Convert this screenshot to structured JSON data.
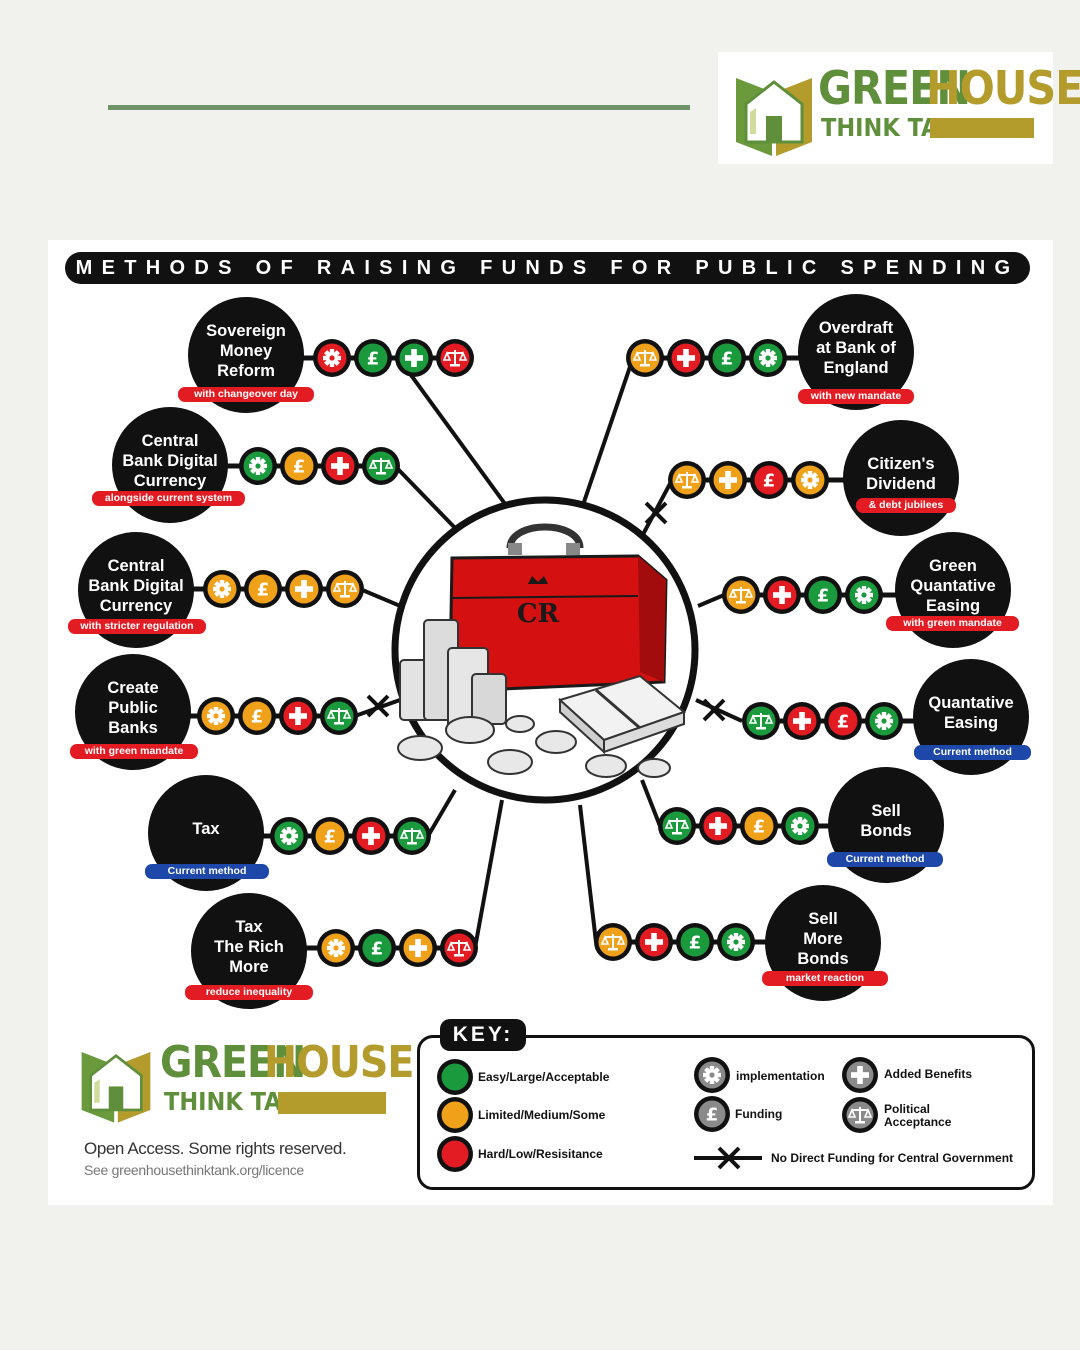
{
  "logo": {
    "word1": "GREEN",
    "word2": "HOUSE",
    "word3": "THINK TANK"
  },
  "title": "METHODS OF RAISING FUNDS FOR PUBLIC SPENDING",
  "colors": {
    "easy": "#1a9a3c",
    "limited": "#f0a11a",
    "hard": "#e31b23",
    "current_tag": "#1d47a8",
    "alt_tag": "#e31b23",
    "accent_line": "#6e9467"
  },
  "centre": {
    "case_monogram": "CR"
  },
  "methods": [
    {
      "id": "sovereign-money-reform",
      "lines": [
        "Sovereign",
        "Money",
        "Reform"
      ],
      "tag": "with changeover day",
      "tag_type": "red",
      "ratings": {
        "implementation": "hard",
        "funding": "easy",
        "added_benefits": "easy",
        "political_acceptance": "hard"
      },
      "no_direct_funding": false
    },
    {
      "id": "cbdc-current",
      "lines": [
        "Central",
        "Bank Digital",
        "Currency"
      ],
      "tag": "alongside current system",
      "tag_type": "red",
      "ratings": {
        "implementation": "easy",
        "funding": "limited",
        "added_benefits": "hard",
        "political_acceptance": "easy"
      },
      "no_direct_funding": false
    },
    {
      "id": "cbdc-stricter",
      "lines": [
        "Central",
        "Bank Digital",
        "Currency"
      ],
      "tag": "with stricter regulation",
      "tag_type": "red",
      "ratings": {
        "implementation": "limited",
        "funding": "limited",
        "added_benefits": "limited",
        "political_acceptance": "limited"
      },
      "no_direct_funding": false
    },
    {
      "id": "create-public-banks",
      "lines": [
        "Create",
        "Public",
        "Banks"
      ],
      "tag": "with green mandate",
      "tag_type": "red",
      "ratings": {
        "implementation": "limited",
        "funding": "limited",
        "added_benefits": "hard",
        "political_acceptance": "easy"
      },
      "no_direct_funding": true
    },
    {
      "id": "tax",
      "lines": [
        "Tax"
      ],
      "tag": "Current method",
      "tag_type": "blue",
      "ratings": {
        "implementation": "easy",
        "funding": "limited",
        "added_benefits": "hard",
        "political_acceptance": "easy"
      },
      "no_direct_funding": false
    },
    {
      "id": "tax-rich",
      "lines": [
        "Tax",
        "The Rich",
        "More"
      ],
      "tag": "reduce inequality",
      "tag_type": "red",
      "ratings": {
        "implementation": "limited",
        "funding": "easy",
        "added_benefits": "limited",
        "political_acceptance": "hard"
      },
      "no_direct_funding": false
    },
    {
      "id": "overdraft",
      "lines": [
        "Overdraft",
        "at Bank of",
        "England"
      ],
      "tag": "with new mandate",
      "tag_type": "red",
      "ratings": {
        "implementation": "easy",
        "funding": "easy",
        "added_benefits": "hard",
        "political_acceptance": "limited"
      },
      "no_direct_funding": false
    },
    {
      "id": "citizens-dividend",
      "lines": [
        "Citizen's",
        "Dividend"
      ],
      "tag": "& debt jubilees",
      "tag_type": "red",
      "ratings": {
        "implementation": "limited",
        "funding": "hard",
        "added_benefits": "limited",
        "political_acceptance": "limited"
      },
      "no_direct_funding": true
    },
    {
      "id": "green-qe",
      "lines": [
        "Green",
        "Quantative",
        "Easing"
      ],
      "tag": "with green mandate",
      "tag_type": "red",
      "ratings": {
        "implementation": "easy",
        "funding": "easy",
        "added_benefits": "hard",
        "political_acceptance": "limited"
      },
      "no_direct_funding": false
    },
    {
      "id": "qe",
      "lines": [
        "Quantative",
        "Easing"
      ],
      "tag": "Current method",
      "tag_type": "blue",
      "ratings": {
        "implementation": "easy",
        "funding": "hard",
        "added_benefits": "hard",
        "political_acceptance": "easy"
      },
      "no_direct_funding": true
    },
    {
      "id": "sell-bonds",
      "lines": [
        "Sell",
        "Bonds"
      ],
      "tag": "Current method",
      "tag_type": "blue",
      "ratings": {
        "implementation": "easy",
        "funding": "limited",
        "added_benefits": "hard",
        "political_acceptance": "easy"
      },
      "no_direct_funding": false
    },
    {
      "id": "sell-more-bonds",
      "lines": [
        "Sell",
        "More",
        "Bonds"
      ],
      "tag": "market reaction",
      "tag_type": "red",
      "ratings": {
        "implementation": "easy",
        "funding": "easy",
        "added_benefits": "hard",
        "political_acceptance": "limited"
      },
      "no_direct_funding": false
    }
  ],
  "key": {
    "title": "KEY:",
    "levels": [
      {
        "color": "easy",
        "label": "Easy/Large/Acceptable"
      },
      {
        "color": "limited",
        "label": "Limited/Medium/Some"
      },
      {
        "color": "hard",
        "label": "Hard/Low/Resisitance"
      }
    ],
    "symbols": [
      {
        "icon": "gear-icon",
        "label": "implementation"
      },
      {
        "icon": "pound-icon",
        "label": "Funding"
      },
      {
        "icon": "plus-icon",
        "label": "Added Benefits"
      },
      {
        "icon": "scales-icon",
        "label": "Political Acceptance"
      }
    ],
    "no_funding_label": "No Direct Funding for Central Government"
  },
  "licence": {
    "line1": "Open Access. Some rights reserved.",
    "line2": "See greenhousethinktank.org/licence"
  }
}
